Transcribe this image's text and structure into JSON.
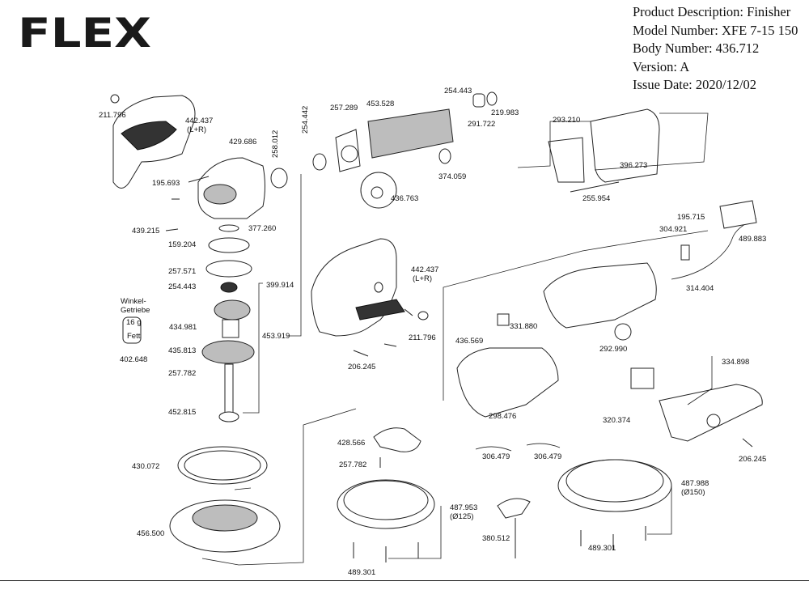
{
  "brand": "FLEX",
  "meta": {
    "product_description": "Product Description: Finisher",
    "model_number": "Model Number: XFE 7-15 150",
    "body_number": "Body Number: 436.712",
    "version": "Version: A",
    "issue_date": "Issue Date: 2020/12/02"
  },
  "grease_note": {
    "line1": "Winkel-",
    "line2": "Getriebe",
    "amount": "16 g",
    "type": "Fett",
    "part": "402.648"
  },
  "parts": [
    "211.796",
    "442.437",
    "(L+R)",
    "429.686",
    "258.012",
    "254.442",
    "257.289",
    "453.528",
    "254.443",
    "291.722",
    "219.983",
    "374.059",
    "436.763",
    "293.210",
    "396.273",
    "255.954",
    "195.693",
    "439.215",
    "377.260",
    "159.204",
    "257.571",
    "254.443",
    "399.914",
    "434.981",
    "453.919",
    "435.813",
    "257.782",
    "452.815",
    "442.437",
    "(L+R)",
    "211.796",
    "206.245",
    "195.715",
    "304.921",
    "489.883",
    "314.404",
    "436.569",
    "331.880",
    "292.990",
    "334.898",
    "298.476",
    "320.374",
    "206.245",
    "428.566",
    "257.782",
    "306.479",
    "306.479",
    "430.072",
    "456.500",
    "487.953",
    "(Ø125)",
    "489.301",
    "380.512",
    "487.988",
    "(Ø150)",
    "489.301"
  ]
}
